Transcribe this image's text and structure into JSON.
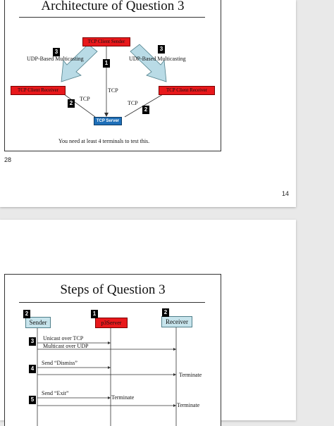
{
  "page1": {
    "title": "Architecture of Question 3",
    "sender_box": "TCP Client Sender",
    "left_receiver_box": "TCP Client Receiver",
    "right_receiver_box": "TCP Client Receiver",
    "server_box": "TCP Server",
    "udp_left_label": "UDP-Based Multicasting",
    "udp_right_label": "UDP-Based Multicasting",
    "tcp_center_label": "TCP",
    "tcp_left_label": "TCP",
    "tcp_right_label": "TCP",
    "badge_udp_left": "3",
    "badge_udp_right": "3",
    "badge_center": "1",
    "badge_left": "2",
    "badge_right": "2",
    "note": "You need at least 4 terminals to test this.",
    "slide_number": "28",
    "page_number": "14"
  },
  "page2": {
    "title": "Steps of Question 3",
    "sender_box": "Sender",
    "server_box": "p3Server",
    "receiver_box": "Receiver",
    "badge_sender": "2",
    "badge_server": "1",
    "badge_receiver": "2",
    "step3_badge": "3",
    "step3_line1": "Unicast over TCP",
    "step3_line2": "Multicast over UDP",
    "step4_badge": "4",
    "step4_label": "Send “Dismiss”",
    "step4_terminate": "Terminate",
    "step5_badge": "5",
    "step5_label": "Send “Exit”",
    "step5_terminate_server": "Terminate",
    "step5_terminate_receiver": "Terminate"
  },
  "colors": {
    "red_box": "#e8181b",
    "blue_box": "#1e6fb8",
    "light_blue_box": "#c7e4ec",
    "arrow_fill": "#b9dbe6"
  }
}
